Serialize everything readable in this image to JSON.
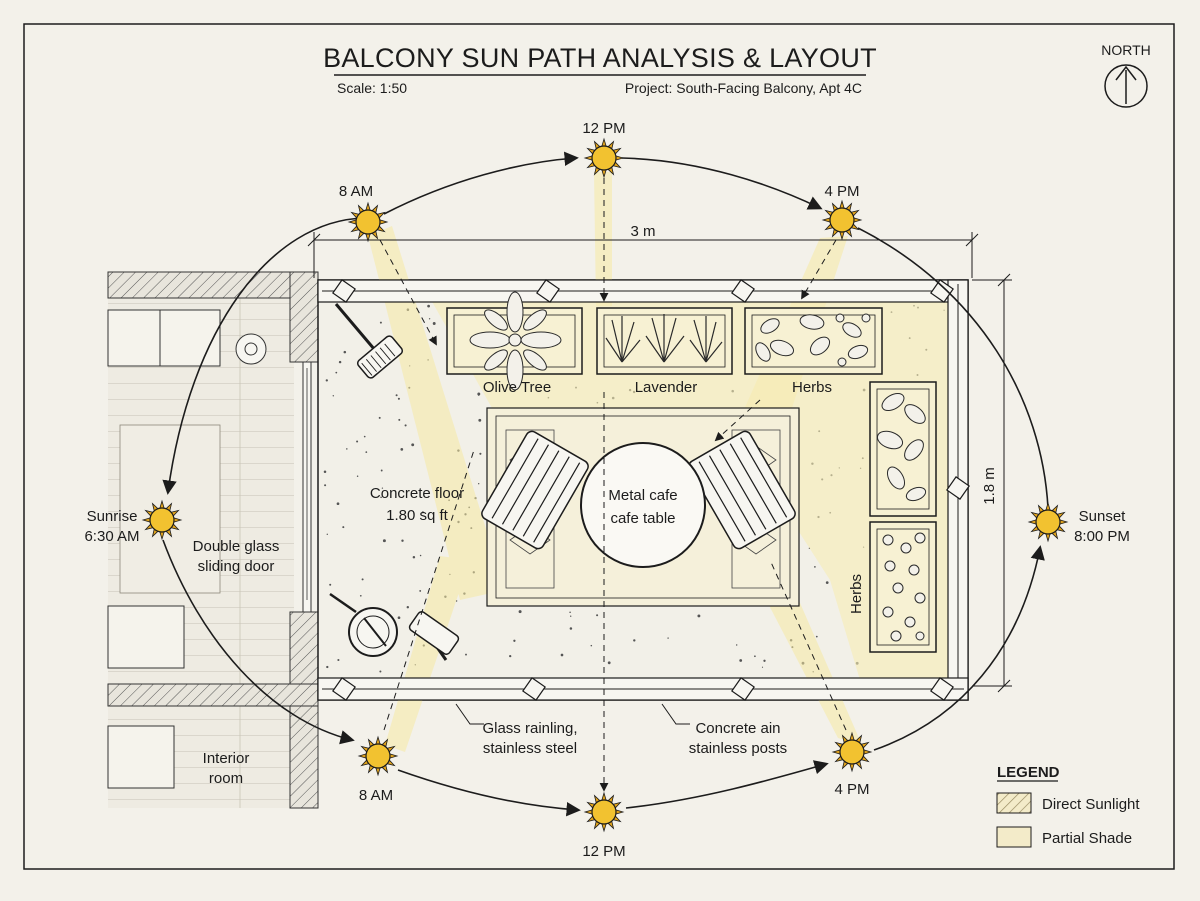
{
  "header": {
    "title": "BALCONY SUN PATH ANALYSIS & LAYOUT",
    "scale": "Scale: 1:50",
    "project": "Project: South-Facing Balcony, Apt 4C",
    "north": "NORTH"
  },
  "dimensions": {
    "width": "3 m",
    "depth": "1.8 m"
  },
  "sun_path": {
    "sunrise_label": "Sunrise",
    "sunrise_time": "6:30 AM",
    "sunset_label": "Sunset",
    "sunset_time": "8:00 PM",
    "top": [
      "8 AM",
      "12 PM",
      "4 PM"
    ],
    "bottom": [
      "8 AM",
      "12 PM",
      "4 PM"
    ]
  },
  "planters": [
    "Olive Tree",
    "Lavender",
    "Herbs",
    "Herbs"
  ],
  "labels": {
    "floor_line1": "Concrete floor",
    "floor_line2": "1.80 sq ft",
    "table_line1": "Metal cafe",
    "table_line2": "cafe table",
    "door_line1": "Double glass",
    "door_line2": "sliding door",
    "interior_line1": "Interior",
    "interior_line2": "room",
    "railing_line1": "Glass rainling,",
    "railing_line2": "stainless steel",
    "posts_line1": "Concrete ain",
    "posts_line2": "stainless posts"
  },
  "legend": {
    "title": "LEGEND",
    "items": [
      "Direct Sunlight",
      "Partial Shade"
    ]
  },
  "colors": {
    "paper": "#f3f1ea",
    "ink": "#1c1c1c",
    "sun": "#f2c230",
    "sun_ray": "#e0a31c",
    "light": "#f6ecb4",
    "shade": "#f3ebc9"
  }
}
